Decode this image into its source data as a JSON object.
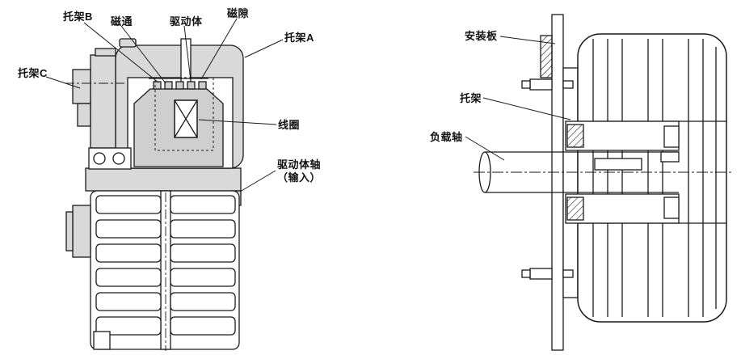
{
  "figure": {
    "left_view": {
      "labels": {
        "bracket_b": "托架B",
        "magnetic_flux": "磁通",
        "drive_body": "驱动体",
        "magnetic_gap": "磁隙",
        "bracket_a": "托架A",
        "bracket_c": "托架C",
        "coil": "线圈",
        "drive_shaft_line1": "驱动体轴",
        "drive_shaft_line2": "（输入）"
      }
    },
    "right_view": {
      "labels": {
        "mounting_plate": "安装板",
        "bracket": "托架",
        "load_shaft": "负载轴"
      }
    },
    "colors": {
      "outline": "#1a1a1a",
      "section_fill": "#d9d9d9",
      "inner_fill": "#cfcfcf",
      "background": "#ffffff"
    }
  }
}
